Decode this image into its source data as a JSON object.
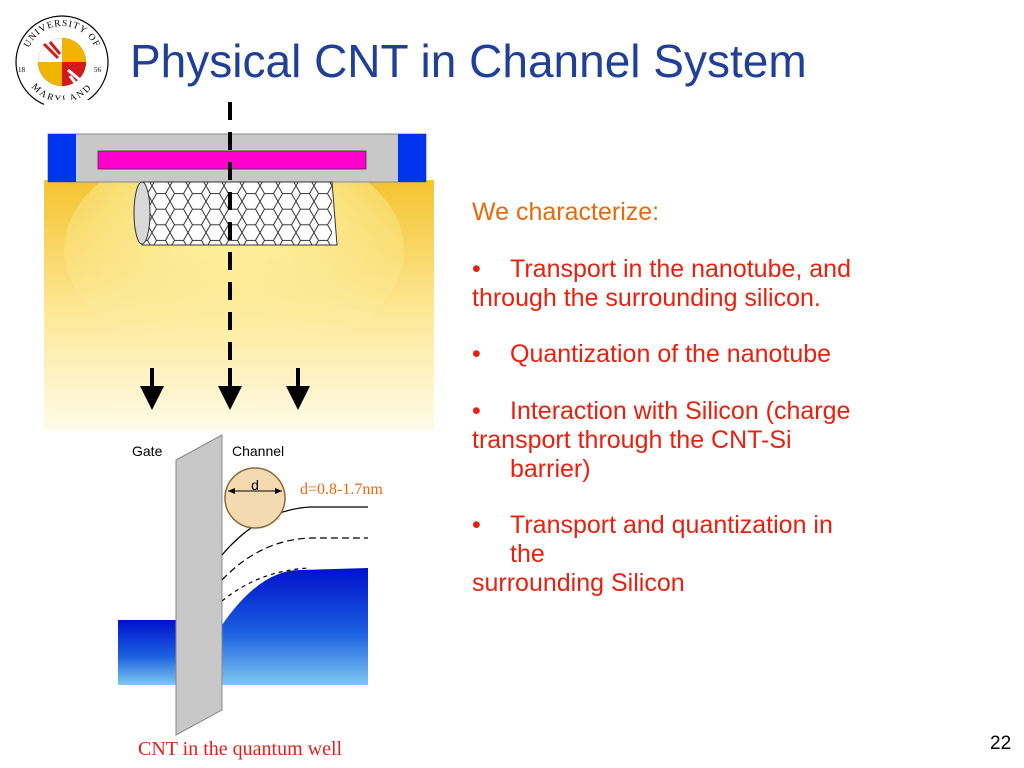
{
  "title": "Physical CNT in Channel System",
  "logo": {
    "top_text": "UNIVERSITY OF",
    "bottom_text": "MARYLAND",
    "year_left": "18",
    "year_right": "56"
  },
  "diagram": {
    "gate_label": "Gate",
    "channel_label": "Channel",
    "diameter_symbol": "d",
    "diameter_note": "d=0.8-1.7nm",
    "caption": "CNT in the quantum well"
  },
  "panel": {
    "lead": "We characterize:",
    "bullet_symbol": "•",
    "item1_line1": "Transport in the nanotube, and",
    "item1_line2": "through the surrounding silicon.",
    "item2_line1": "Quantization of the nanotube",
    "item3_line1": "Interaction with Silicon (charge",
    "item3_line2": "transport through the CNT-Si",
    "item3_line3": "barrier)",
    "item4_line1": "Transport and quantization in",
    "item4_line2": "the",
    "item4_line3": "surrounding Silicon"
  },
  "page_number": "22",
  "colors": {
    "title": "#1f3f99",
    "panel_text": "#e8210f",
    "lead_text": "#e8690c",
    "caption": "#e0201c",
    "note": "#e8690c",
    "gate_bar": "#ff00cc",
    "contact": "#0033ee",
    "well": "#0022cc"
  }
}
